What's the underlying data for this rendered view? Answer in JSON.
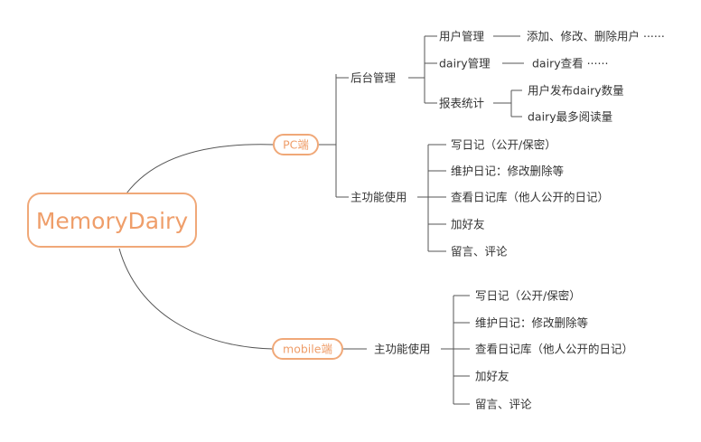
{
  "root": {
    "label": "MemoryDairy"
  },
  "pc": {
    "label": "PC端",
    "backend": {
      "label": "后台管理",
      "user_mgmt": {
        "label": "用户管理",
        "detail": "添加、修改、删除用户 ······"
      },
      "dairy_mgmt": {
        "label": "dairy管理",
        "detail": "dairy查看 ······"
      },
      "report": {
        "label": "报表统计",
        "items": [
          "用户发布dairy数量",
          "dairy最多阅读量"
        ]
      }
    },
    "main": {
      "label": "主功能使用",
      "items": [
        "写日记（公开/保密）",
        "维护日记：修改删除等",
        "查看日记库（他人公开的日记）",
        "加好友",
        "留言、评论"
      ]
    }
  },
  "mobile": {
    "label": "mobile端",
    "main": {
      "label": "主功能使用",
      "items": [
        "写日记（公开/保密）",
        "维护日记：修改删除等",
        "查看日记库（他人公开的日记）",
        "加好友",
        "留言、评论"
      ]
    }
  },
  "colors": {
    "accent": "#f0a878",
    "accent_text": "#ef9e6a",
    "line": "#555555",
    "text": "#333333"
  }
}
